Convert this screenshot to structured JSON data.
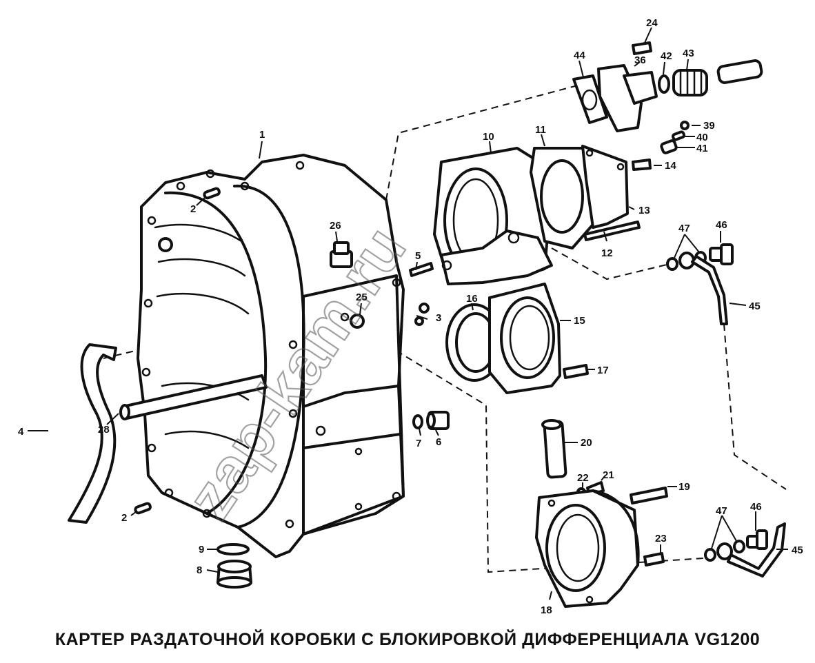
{
  "caption": "КАРТЕР РАЗДАТОЧНОЙ КОРОБКИ С БЛОКИРОВКОЙ ДИФФЕРЕНЦИАЛА VG1200",
  "watermark": "zap-kam.ru",
  "callouts": {
    "c1": "1",
    "c2a": "2",
    "c2b": "2",
    "c3": "3",
    "c4": "4",
    "c5": "5",
    "c6": "6",
    "c7": "7",
    "c8": "8",
    "c9": "9",
    "c10": "10",
    "c11": "11",
    "c12": "12",
    "c13": "13",
    "c14": "14",
    "c15": "15",
    "c16": "16",
    "c17": "17",
    "c18": "18",
    "c19": "19",
    "c20": "20",
    "c21": "21",
    "c22": "22",
    "c23": "23",
    "c24": "24",
    "c25": "25",
    "c26": "26",
    "c28": "28",
    "c36": "36",
    "c39": "39",
    "c40": "40",
    "c41": "41",
    "c42": "42",
    "c43": "43",
    "c44": "44",
    "c45a": "45",
    "c45b": "45",
    "c46a": "46",
    "c46b": "46",
    "c47a": "47",
    "c47b": "47"
  }
}
